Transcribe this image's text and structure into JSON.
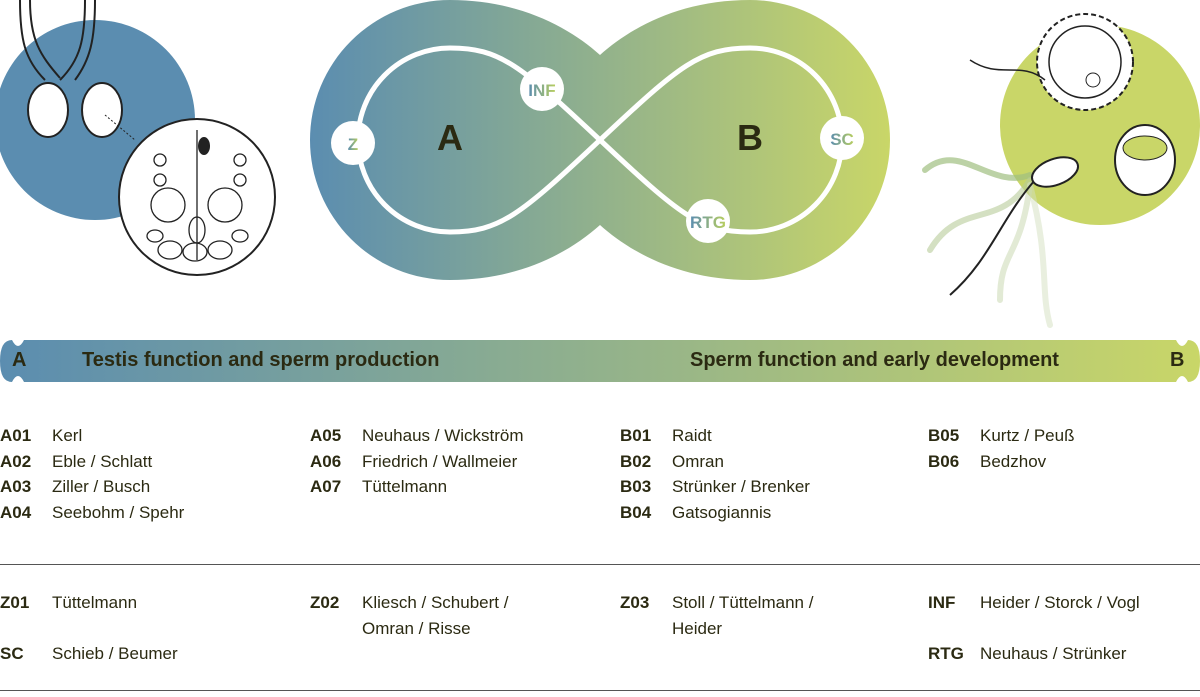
{
  "diagram": {
    "left_label": "A",
    "right_label": "B",
    "nodes": {
      "z": "Z",
      "inf": "INF",
      "sc": "SC",
      "rtg": "RTG"
    },
    "colors": {
      "blue": "#5b8db0",
      "green": "#c8d66a",
      "text": "#2b2a12"
    }
  },
  "bar": {
    "left_letter": "A",
    "left_title": "Testis function and sperm production",
    "right_title": "Sperm function and early development",
    "right_letter": "B"
  },
  "projects": [
    [
      {
        "code": "A01",
        "name": "Kerl"
      },
      {
        "code": "A02",
        "name": "Eble / Schlatt"
      },
      {
        "code": "A03",
        "name": "Ziller / Busch"
      },
      {
        "code": "A04",
        "name": "Seebohm / Spehr"
      }
    ],
    [
      {
        "code": "A05",
        "name": "Neuhaus / Wickström"
      },
      {
        "code": "A06",
        "name": "Friedrich / Wallmeier"
      },
      {
        "code": "A07",
        "name": "Tüttelmann"
      }
    ],
    [
      {
        "code": "B01",
        "name": "Raidt"
      },
      {
        "code": "B02",
        "name": "Omran"
      },
      {
        "code": "B03",
        "name": "Strünker / Brenker"
      },
      {
        "code": "B04",
        "name": "Gatsogiannis"
      }
    ],
    [
      {
        "code": "B05",
        "name": "Kurtz / Peuß"
      },
      {
        "code": "B06",
        "name": "Bedzhov"
      }
    ]
  ],
  "central": [
    {
      "code": "Z01",
      "name": "Tüttelmann"
    },
    {
      "code": "Z02",
      "name": "Kliesch / Schubert /",
      "name2": "Omran / Risse"
    },
    {
      "code": "Z03",
      "name": "Stoll / Tüttelmann /",
      "name2": "Heider"
    },
    {
      "code": "INF",
      "name": "Heider / Storck / Vogl"
    },
    {
      "code": "SC",
      "name": "Schieb / Beumer"
    },
    {
      "code": "RTG",
      "name": "Neuhaus / Strünker"
    }
  ]
}
